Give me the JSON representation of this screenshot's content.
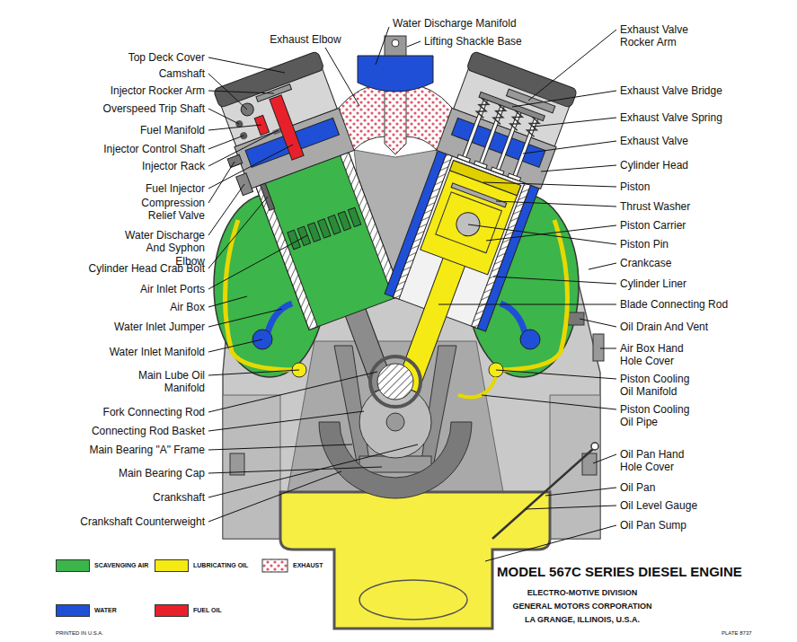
{
  "diagram": {
    "title": "MODEL 567C SERIES DIESEL ENGINE",
    "labels": [
      "Top Deck Cover",
      "Camshaft",
      "Injector Rocker Arm",
      "Overspeed Trip Shaft",
      "Fuel Manifold",
      "Injector Control Shaft",
      "Injector Rack",
      "Fuel Injector",
      "Compression Relief Valve",
      "Water Discharge And Syphon Elbow",
      "Cylinder Head Crab Bolt",
      "Air Inlet Ports",
      "Air Box",
      "Water Inlet Jumper",
      "Water Inlet Manifold",
      "Main Lube Oil Manifold",
      "Fork Connecting Rod",
      "Connecting Rod Basket",
      "Main Bearing \"A\" Frame",
      "Main Bearing Cap",
      "Crankshaft",
      "Crankshaft Counterweight",
      "Water Discharge Manifold",
      "Exhaust Elbow",
      "Lifting Shackle Base",
      "Exhaust Valve Rocker Arm",
      "Exhaust Valve Bridge",
      "Exhaust Valve Spring",
      "Exhaust Valve",
      "Cylinder Head",
      "Piston",
      "Thrust Washer",
      "Piston Carrier",
      "Piston Pin",
      "Crankcase",
      "Cylinder Liner",
      "Blade Connecting Rod",
      "Oil Drain And Vent",
      "Air Box Hand Hole Cover",
      "Piston Cooling Oil Manifold",
      "Piston Cooling Oil Pipe",
      "Oil Pan Hand Hole Cover",
      "Oil Pan",
      "Oil Level Gauge",
      "Oil Pan Sump",
      "ELECTRO-MOTIVE DIVISION",
      "GENERAL MOTORS CORPORATION",
      "LA GRANGE, ILLINOIS, U.S.A.",
      "PRINTED IN U.S.A.",
      "PLATE 8737"
    ],
    "legend": [
      {
        "text": "SCAVENGING AIR",
        "color": "#3cb54a"
      },
      {
        "text": "LUBRICATING OIL",
        "color": "#f5ea14"
      },
      {
        "text": "EXHAUST"
      },
      {
        "text": "WATER",
        "color": "#1f4fd6"
      },
      {
        "text": "FUEL OIL",
        "color": "#e8202a"
      }
    ]
  }
}
